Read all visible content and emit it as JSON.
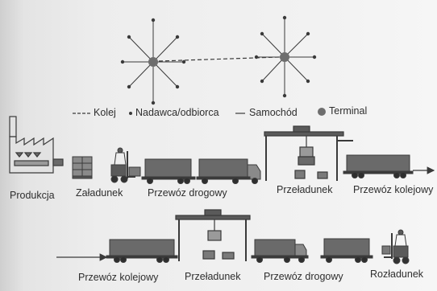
{
  "colors": {
    "ink": "#3a3a3a",
    "fill": "#6a6a6a",
    "terminal": "#6e6e6e",
    "paper": "#efefef"
  },
  "legend": {
    "rail": "Kolej",
    "shipper": "Nadawca/odbiorca",
    "truck": "Samochód",
    "terminal": "Terminal"
  },
  "chain1": {
    "production": "Produkcja",
    "loading": "Załadunek",
    "road": "Przewóz drogowy",
    "transshipment": "Przeładunek",
    "rail": "Przewóz kolejowy"
  },
  "chain2": {
    "rail": "Przewóz kolejowy",
    "transshipment": "Przeładunek",
    "road": "Przewóz drogowy",
    "unloading": "Rozładunek"
  }
}
